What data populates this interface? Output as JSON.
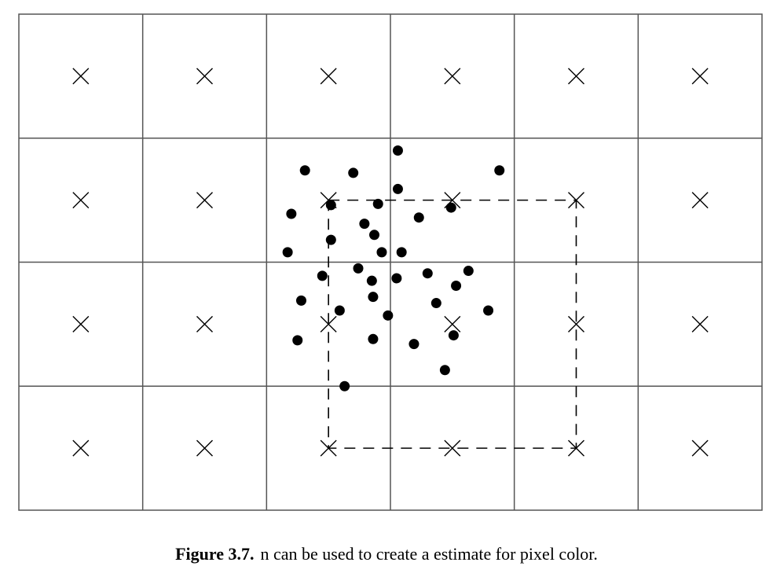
{
  "figure": {
    "grid": {
      "cols": 6,
      "rows": 4
    },
    "pixel_centers": "x-mark",
    "filter_region": {
      "col_range": [
        2,
        4
      ],
      "row_range": [
        1,
        3
      ],
      "style": "dashed"
    },
    "samples": [
      [
        2.31,
        1.26
      ],
      [
        2.7,
        1.28
      ],
      [
        3.06,
        1.1
      ],
      [
        3.06,
        1.41
      ],
      [
        3.88,
        1.26
      ],
      [
        2.2,
        1.61
      ],
      [
        2.52,
        1.54
      ],
      [
        2.79,
        1.69
      ],
      [
        2.9,
        1.53
      ],
      [
        3.23,
        1.64
      ],
      [
        3.49,
        1.56
      ],
      [
        2.52,
        1.82
      ],
      [
        2.87,
        1.78
      ],
      [
        2.93,
        1.92
      ],
      [
        2.17,
        1.92
      ],
      [
        2.74,
        2.05
      ],
      [
        3.09,
        1.92
      ],
      [
        2.45,
        2.11
      ],
      [
        2.85,
        2.15
      ],
      [
        3.05,
        2.13
      ],
      [
        3.3,
        2.09
      ],
      [
        3.53,
        2.19
      ],
      [
        3.63,
        2.07
      ],
      [
        2.28,
        2.31
      ],
      [
        2.59,
        2.39
      ],
      [
        2.86,
        2.28
      ],
      [
        2.98,
        2.43
      ],
      [
        3.37,
        2.33
      ],
      [
        3.79,
        2.39
      ],
      [
        2.25,
        2.63
      ],
      [
        2.86,
        2.62
      ],
      [
        3.19,
        2.66
      ],
      [
        3.51,
        2.59
      ],
      [
        2.63,
        3.0
      ],
      [
        3.44,
        2.87
      ]
    ],
    "colors": {
      "grid": "#555555",
      "ink": "#000000"
    }
  },
  "caption": {
    "label": "Figure 3.7.",
    "text": "n can be used to create a estimate for pixel color."
  }
}
